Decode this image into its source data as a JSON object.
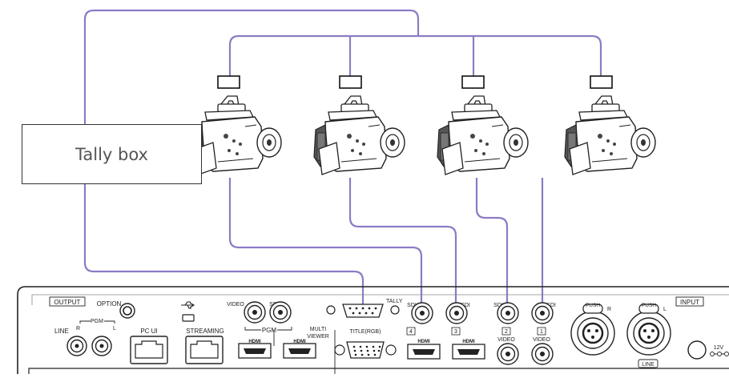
{
  "diagram": {
    "tally_box_label": "Tally box",
    "cable_color": "#8c7bc4"
  },
  "panel": {
    "output_label": "OUTPUT",
    "option_label": "OPTION",
    "line_label": "LINE",
    "pgm_label": "PGM",
    "r_label": "R",
    "l_label": "L",
    "pc_ui_label": "PC UI",
    "streaming_label": "STREAMING",
    "video_label": "VIDEO",
    "sdi_label": "SDI",
    "hdmi_label": "HDMI",
    "multi_viewer_label": "MULTI\nVIEWER",
    "multi_label": "MULTI",
    "viewer_label": "VIEWER",
    "title_rgb_label": "TITLE(RGB)",
    "tally_label": "TALLY",
    "input_label": "INPUT",
    "push_label": "PUSH",
    "line_input_label": "LINE",
    "power_label": "12V",
    "inputs": [
      {
        "num": "4",
        "sdi": "SDI",
        "video": ""
      },
      {
        "num": "3",
        "sdi": "SDI",
        "video": ""
      },
      {
        "num": "2",
        "sdi": "SDI",
        "video": "VIDEO"
      },
      {
        "num": "1",
        "sdi": "SDI",
        "video": "VIDEO"
      }
    ]
  }
}
